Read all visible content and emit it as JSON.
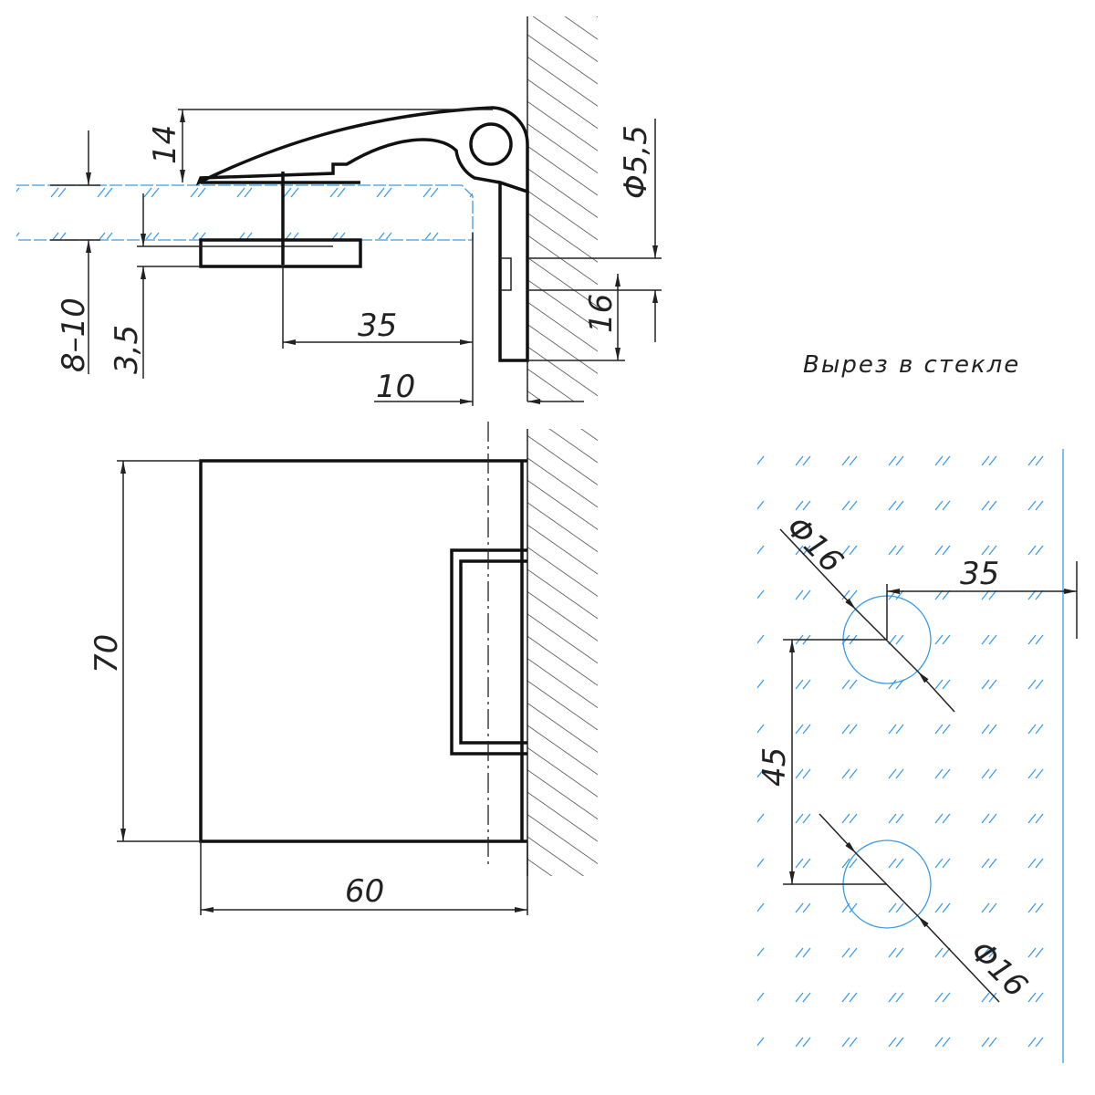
{
  "title": "Вырез в стекле",
  "colors": {
    "line": "#111111",
    "glass": "#3a9ae8"
  },
  "top_view": {
    "dim_14": "14",
    "dim_phi55": "Φ5,5",
    "dim_8_10": "8–10",
    "dim_35": "35",
    "dim_3_5": "3,5",
    "dim_16": "16",
    "dim_10": "10"
  },
  "front_view": {
    "dim_70": "70",
    "dim_60": "60"
  },
  "cutout_view": {
    "dim_phi16_top": "Φ16",
    "dim_35": "35",
    "dim_45": "45",
    "dim_phi16_bottom": "Φ16"
  }
}
